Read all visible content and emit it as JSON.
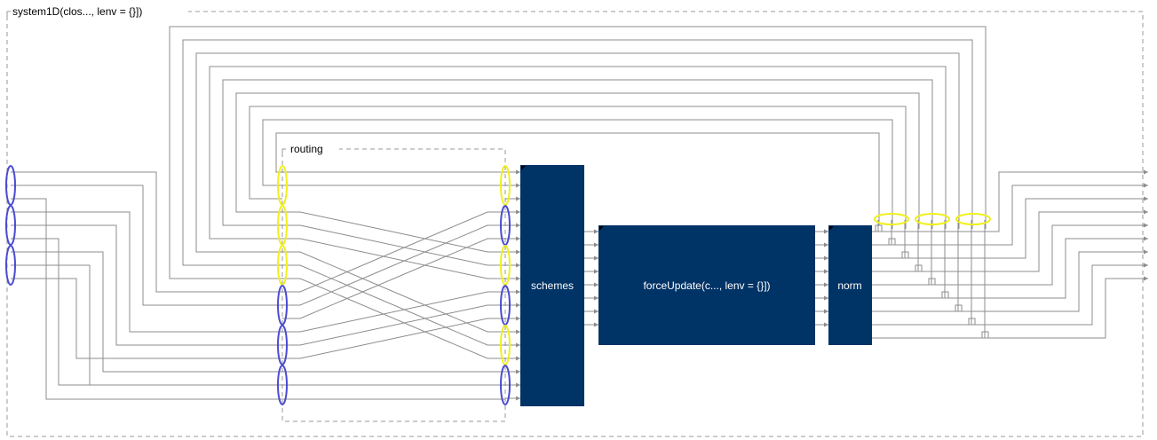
{
  "title": "system1D(clos..., lenv = {}])",
  "routing": {
    "label": "routing"
  },
  "blocks": {
    "schemes": "schemes",
    "force_update": "forceUpdate(c..., lenv = {}])",
    "norm": "norm"
  },
  "colors": {
    "block_fill": "#003366",
    "wire": "#8c8c8c",
    "group_border": "#9a9a9a",
    "blue_bus": "#4b4bd2",
    "yellow_bus": "#f0f01e",
    "label_text": "#000000",
    "block_text": "#ffffff"
  }
}
